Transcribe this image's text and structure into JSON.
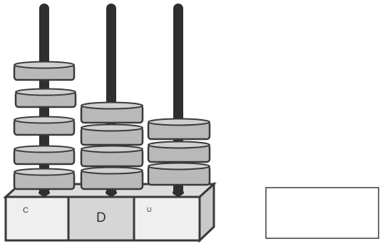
{
  "abacus": {
    "rods": [
      {
        "label": "C",
        "beads": 5
      },
      {
        "label": "D",
        "beads": 4
      },
      {
        "label": "U",
        "beads": 3
      }
    ],
    "colors": {
      "rod": "#2f2f2f",
      "bead": "#b9b9b9",
      "bead_top": "#d0d0d0",
      "bead_stroke": "#3a3a3a",
      "base_front": "#efefef",
      "base_top": "#dddddd",
      "base_side": "#c9c9c9"
    }
  },
  "answer_box": {
    "value": ""
  }
}
